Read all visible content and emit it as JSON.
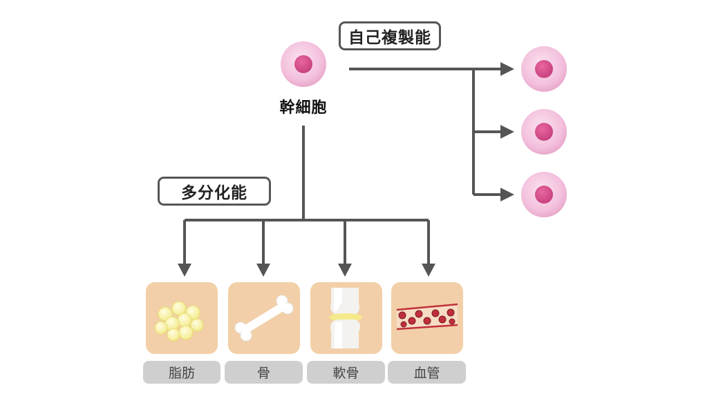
{
  "stem_cell": {
    "label": "幹細胞",
    "outer_color": "#f6c9e2",
    "nucleus_color": "#d8538f"
  },
  "self_renewal": {
    "label": "自己複製能",
    "daughter_cells": 3
  },
  "multipotency": {
    "label": "多分化能",
    "tissues": [
      {
        "name": "fat",
        "label": "脂肪"
      },
      {
        "name": "bone",
        "label": "骨"
      },
      {
        "name": "cartilage",
        "label": "軟骨"
      },
      {
        "name": "vessel",
        "label": "血管"
      }
    ]
  },
  "colors": {
    "arrow": "#555555",
    "tile_bg": "#f2cfa8",
    "label_bg": "#cfcfcf"
  }
}
